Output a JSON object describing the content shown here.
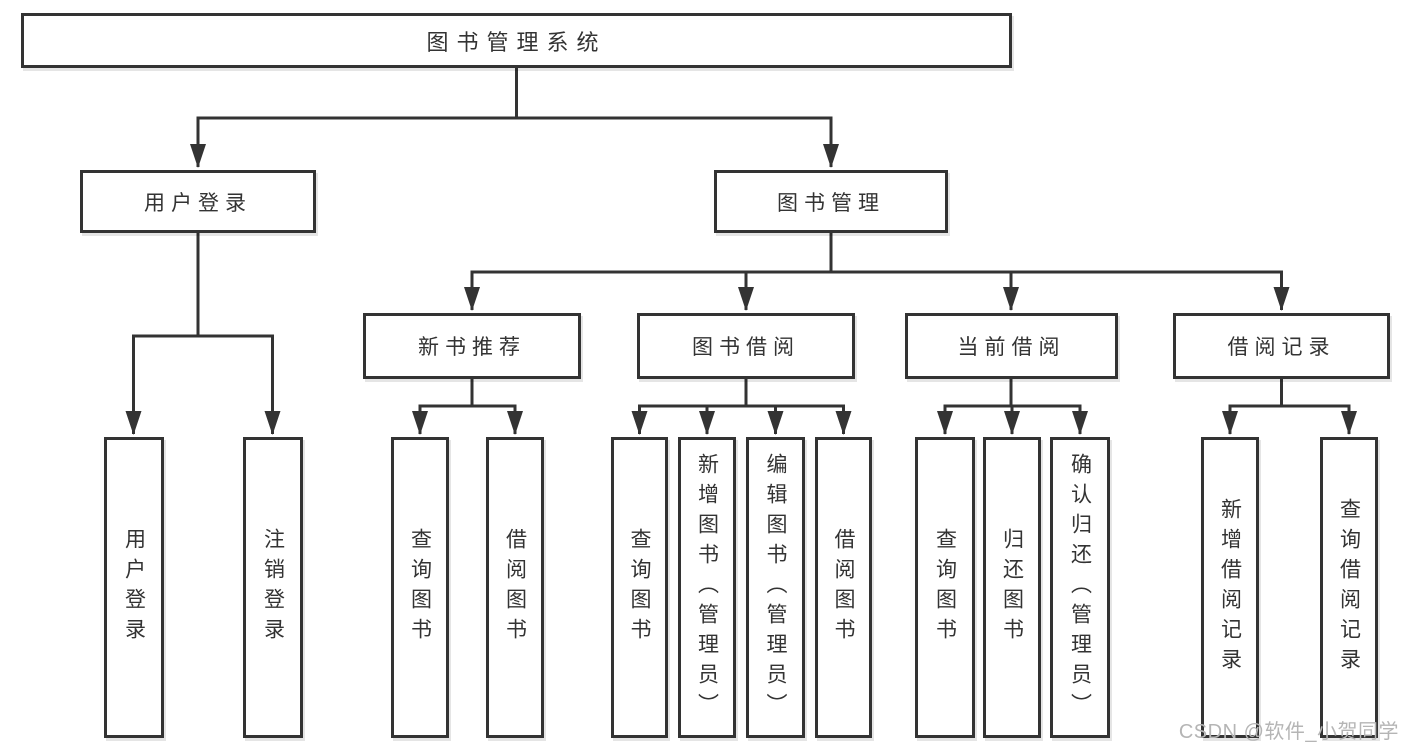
{
  "diagram": {
    "title": "图书管理系统",
    "watermark": "CSDN @软件_小贺同学",
    "colors": {
      "line": "#333333",
      "box_border": "#333333",
      "text": "#333333",
      "background": "#ffffff",
      "watermark": "#b5b5b5"
    },
    "tree": {
      "label": "图书管理系统",
      "children": [
        {
          "label": "用户登录",
          "children": [
            {
              "label": "用户登录"
            },
            {
              "label": "注销登录"
            }
          ]
        },
        {
          "label": "图书管理",
          "children": [
            {
              "label": "新书推荐",
              "children": [
                {
                  "label": "查询图书"
                },
                {
                  "label": "借阅图书"
                }
              ]
            },
            {
              "label": "图书借阅",
              "children": [
                {
                  "label": "查询图书"
                },
                {
                  "label": "新增图书（管理员）"
                },
                {
                  "label": "编辑图书（管理员）"
                },
                {
                  "label": "借阅图书"
                }
              ]
            },
            {
              "label": "当前借阅",
              "children": [
                {
                  "label": "查询图书"
                },
                {
                  "label": "归还图书"
                },
                {
                  "label": "确认归还（管理员）"
                }
              ]
            },
            {
              "label": "借阅记录",
              "children": [
                {
                  "label": "新增借阅记录"
                },
                {
                  "label": "查询借阅记录"
                }
              ]
            }
          ]
        }
      ]
    }
  }
}
